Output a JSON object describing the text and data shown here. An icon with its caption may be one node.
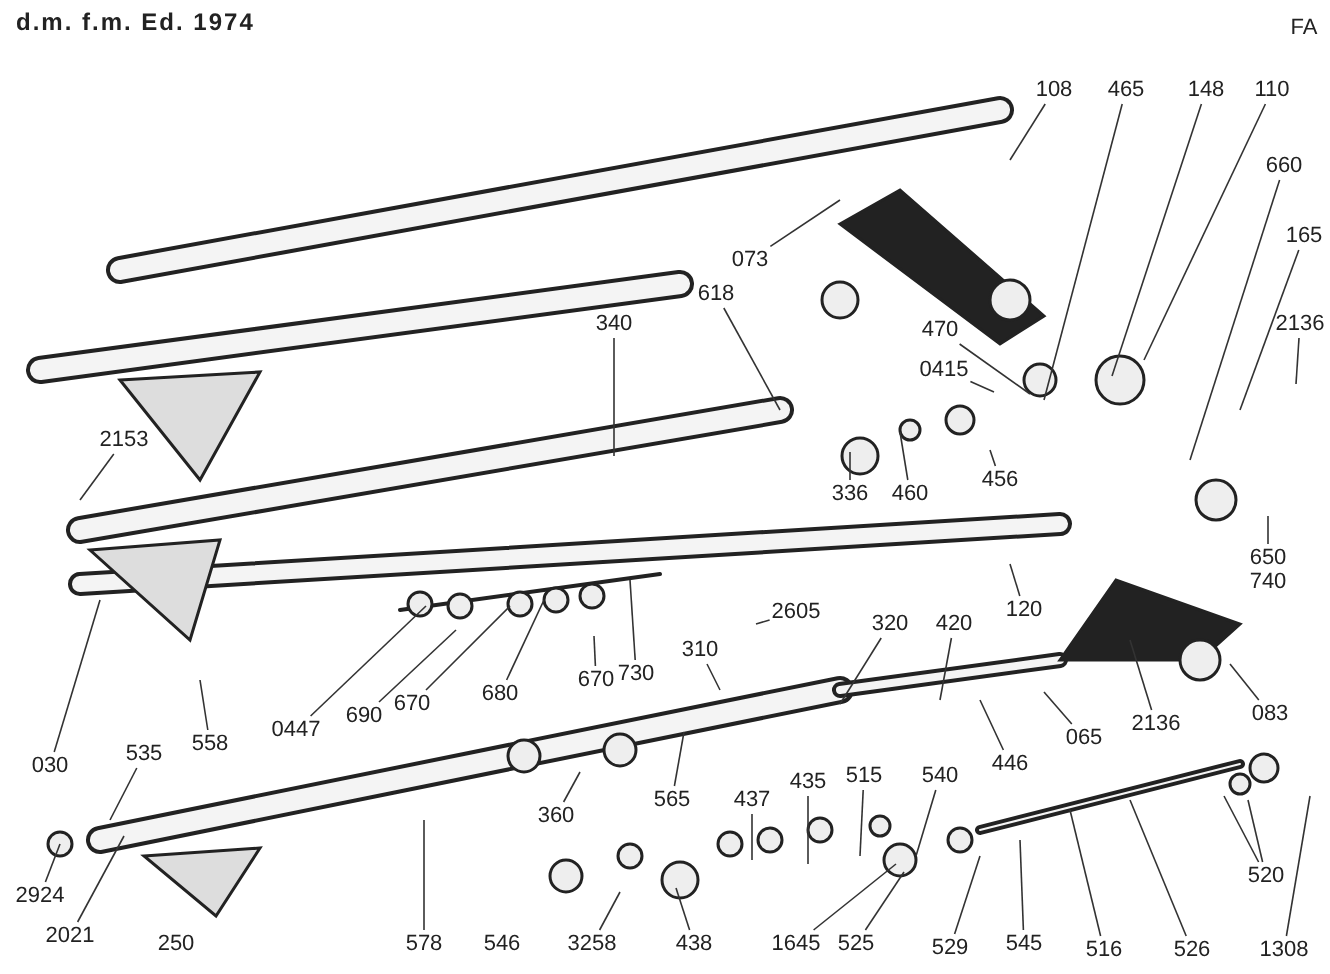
{
  "diagram": {
    "title": "d.m. f.m. Ed. 1974",
    "nodes": [
      {
        "text": [
          "108"
        ]
      },
      {
        "text": [
          "465"
        ]
      },
      {
        "text": [
          "148"
        ]
      },
      {
        "text": [
          "110"
        ]
      },
      {
        "text": [
          "660"
        ]
      },
      {
        "text": [
          "165"
        ]
      },
      {
        "text": [
          "2136"
        ]
      },
      {
        "text": [
          "073"
        ]
      },
      {
        "text": [
          "470"
        ]
      },
      {
        "text": [
          "0415"
        ]
      },
      {
        "text": [
          "456"
        ]
      },
      {
        "text": [
          "618"
        ]
      },
      {
        "text": [
          "340"
        ]
      },
      {
        "text": [
          "336"
        ]
      },
      {
        "text": [
          "460"
        ]
      },
      {
        "text": [
          "2153"
        ]
      },
      {
        "text": [
          "650",
          "740"
        ]
      },
      {
        "text": [
          "120"
        ]
      },
      {
        "text": [
          "030"
        ]
      },
      {
        "text": [
          "535"
        ]
      },
      {
        "text": [
          "558"
        ]
      },
      {
        "text": [
          "0447"
        ]
      },
      {
        "text": [
          "690"
        ]
      },
      {
        "text": [
          "670"
        ]
      },
      {
        "text": [
          "680"
        ]
      },
      {
        "text": [
          "670"
        ]
      },
      {
        "text": [
          "730"
        ]
      },
      {
        "text": [
          "2605"
        ]
      },
      {
        "text": [
          "310"
        ]
      },
      {
        "text": [
          "320"
        ]
      },
      {
        "text": [
          "420"
        ]
      },
      {
        "text": [
          "446"
        ]
      },
      {
        "text": [
          "065"
        ]
      },
      {
        "text": [
          "2136"
        ]
      },
      {
        "text": [
          "083"
        ]
      },
      {
        "text": [
          "360"
        ]
      },
      {
        "text": [
          "565"
        ]
      },
      {
        "text": [
          "437"
        ]
      },
      {
        "text": [
          "435"
        ]
      },
      {
        "text": [
          "515"
        ]
      },
      {
        "text": [
          "540"
        ]
      },
      {
        "text": [
          "2924"
        ]
      },
      {
        "text": [
          "2021"
        ]
      },
      {
        "text": [
          "578"
        ]
      },
      {
        "text": [
          "3258"
        ]
      },
      {
        "text": [
          "438"
        ]
      },
      {
        "text": [
          "1645"
        ]
      },
      {
        "text": [
          "525"
        ]
      },
      {
        "text": [
          "529"
        ]
      },
      {
        "text": [
          "545"
        ]
      },
      {
        "text": [
          "516"
        ]
      },
      {
        "text": [
          "526"
        ]
      },
      {
        "text": [
          "1308"
        ]
      },
      {
        "text": [
          "520"
        ]
      }
    ],
    "edges": [
      {
        "from": 0,
        "to": null,
        "arrow": "none"
      },
      {
        "from": 1,
        "to": null,
        "arrow": "none"
      },
      {
        "from": 2,
        "to": null,
        "arrow": "none"
      },
      {
        "from": 3,
        "to": null,
        "arrow": "none"
      },
      {
        "from": 4,
        "to": null,
        "arrow": "none"
      },
      {
        "from": 5,
        "to": null,
        "arrow": "none"
      },
      {
        "from": 6,
        "to": null,
        "arrow": "none"
      },
      {
        "from": 7,
        "to": null,
        "arrow": "none"
      },
      {
        "from": 8,
        "to": null,
        "arrow": "none"
      },
      {
        "from": 9,
        "to": null,
        "arrow": "none"
      },
      {
        "from": 10,
        "to": null,
        "arrow": "none"
      },
      {
        "from": 11,
        "to": null,
        "arrow": "none"
      },
      {
        "from": 12,
        "to": null,
        "arrow": "none"
      },
      {
        "from": 13,
        "to": null,
        "arrow": "none"
      },
      {
        "from": 14,
        "to": null,
        "arrow": "none"
      },
      {
        "from": 15,
        "to": null,
        "arrow": "none"
      },
      {
        "from": 16,
        "to": null,
        "arrow": "none"
      },
      {
        "from": 17,
        "to": null,
        "arrow": "none"
      },
      {
        "from": 18,
        "to": null,
        "arrow": "none"
      },
      {
        "from": 19,
        "to": null,
        "arrow": "none"
      },
      {
        "from": 20,
        "to": null,
        "arrow": "none"
      },
      {
        "from": 21,
        "to": null,
        "arrow": "none"
      },
      {
        "from": 22,
        "to": null,
        "arrow": "none"
      },
      {
        "from": 23,
        "to": null,
        "arrow": "none"
      },
      {
        "from": 24,
        "to": null,
        "arrow": "none"
      },
      {
        "from": 25,
        "to": null,
        "arrow": "none"
      },
      {
        "from": 26,
        "to": null,
        "arrow": "none"
      },
      {
        "from": 27,
        "to": null,
        "arrow": "none"
      },
      {
        "from": 28,
        "to": null,
        "arrow": "none"
      },
      {
        "from": 29,
        "to": null,
        "arrow": "none"
      },
      {
        "from": 30,
        "to": null,
        "arrow": "none"
      },
      {
        "from": 31,
        "to": null,
        "arrow": "none"
      },
      {
        "from": 32,
        "to": null,
        "arrow": "none"
      },
      {
        "from": 33,
        "to": null,
        "arrow": "none"
      },
      {
        "from": 34,
        "to": null,
        "arrow": "none"
      },
      {
        "from": 35,
        "to": null,
        "arrow": "none"
      },
      {
        "from": 36,
        "to": null,
        "arrow": "none"
      },
      {
        "from": 37,
        "to": null,
        "arrow": "none"
      },
      {
        "from": 38,
        "to": null,
        "arrow": "none"
      },
      {
        "from": 39,
        "to": null,
        "arrow": "none"
      },
      {
        "from": 40,
        "to": null,
        "arrow": "none"
      },
      {
        "from": 41,
        "to": null,
        "arrow": "none"
      },
      {
        "from": 42,
        "to": null,
        "arrow": "none"
      },
      {
        "from": 43,
        "to": null,
        "arrow": "none"
      },
      {
        "from": 44,
        "to": null,
        "arrow": "none"
      },
      {
        "from": 45,
        "to": null,
        "arrow": "none"
      },
      {
        "from": 46,
        "to": null,
        "arrow": "none"
      },
      {
        "from": 47,
        "to": null,
        "arrow": "none"
      },
      {
        "from": 48,
        "to": null,
        "arrow": "none"
      },
      {
        "from": 49,
        "to": null,
        "arrow": "none"
      },
      {
        "from": 50,
        "to": null,
        "arrow": "none"
      },
      {
        "from": 51,
        "to": null,
        "arrow": "none"
      },
      {
        "from": 52,
        "to": null,
        "arrow": "none"
      },
      {
        "from": 53,
        "to": null,
        "arrow": "none"
      },
      {
        "from": 53,
        "to": null,
        "arrow": "none"
      }
    ],
    "labels": [
      "FA",
      "546",
      "250"
    ]
  }
}
